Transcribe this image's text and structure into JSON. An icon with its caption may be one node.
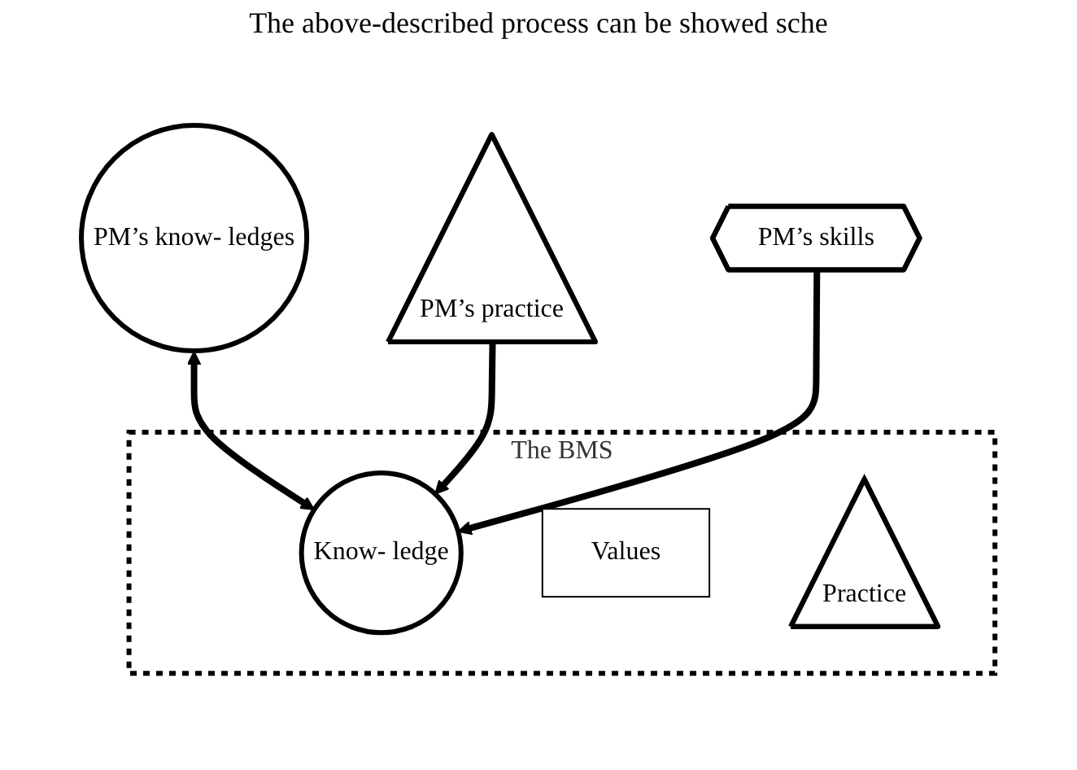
{
  "diagram": {
    "nodes": [
      {
        "text": [
          "The BMS"
        ]
      },
      {
        "text": [
          "PM’s know- ledges"
        ]
      },
      {
        "text": [
          "PM’s practice"
        ]
      },
      {
        "text": [
          "PM’s skills"
        ]
      },
      {
        "text": [
          "Know- ledge"
        ],
        "in": 0
      },
      {
        "text": [
          "Values"
        ],
        "in": 0
      },
      {
        "text": [
          "Practice"
        ],
        "in": 0
      }
    ],
    "edges": [
      {
        "from": 1,
        "to": 4,
        "arrow": "both"
      },
      {
        "from": 2,
        "to": 4,
        "arrow": "to"
      },
      {
        "from": 3,
        "to": 4,
        "arrow": "to"
      }
    ],
    "labels": [
      "The above-described process can be showed sche"
    ]
  }
}
